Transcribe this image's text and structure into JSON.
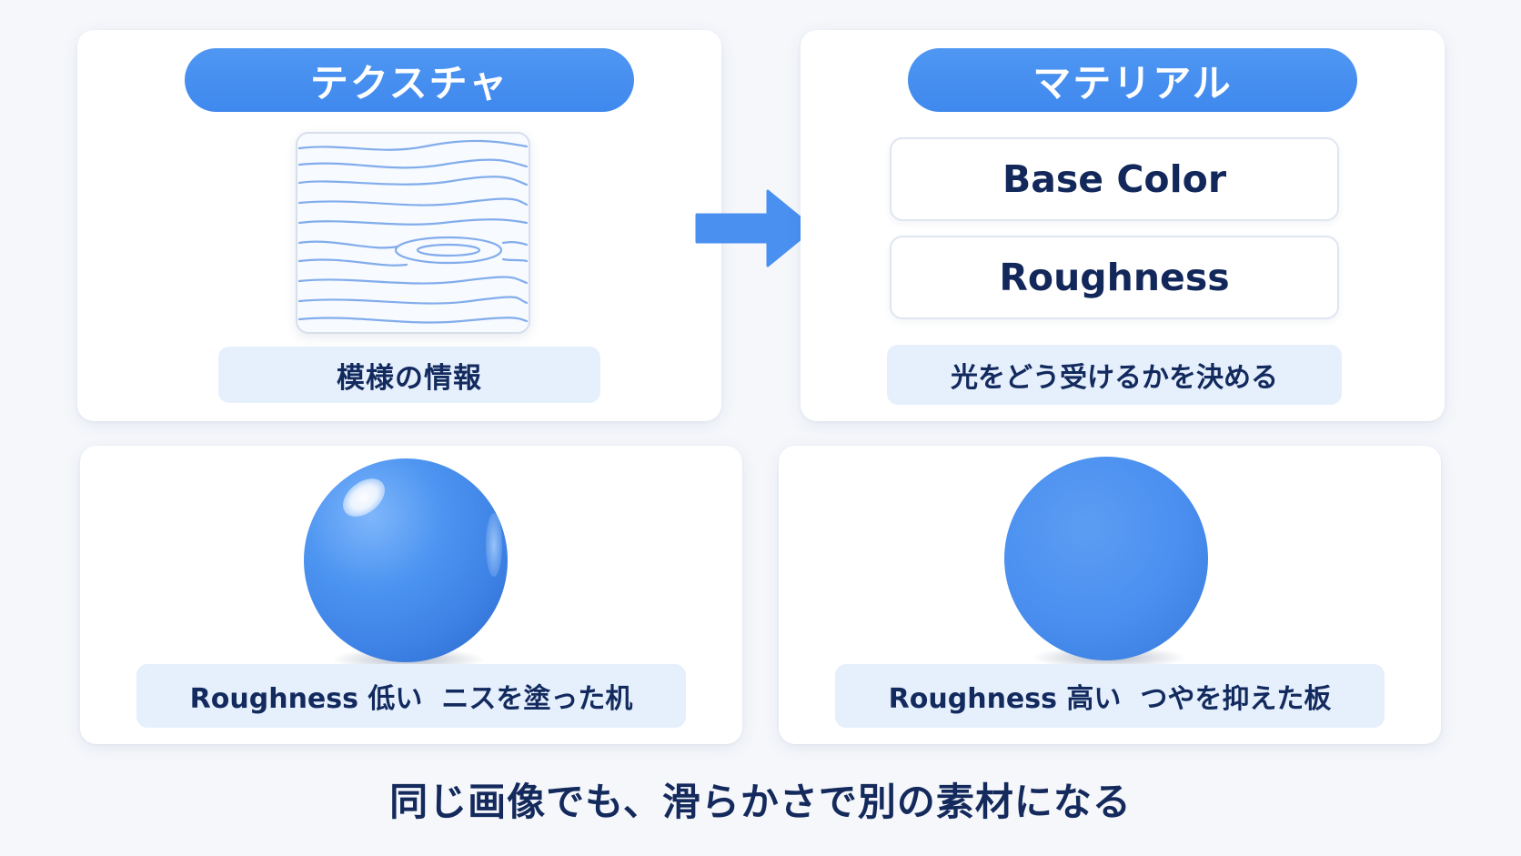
{
  "texture_panel": {
    "title": "テクスチャ",
    "caption": "模様の情報"
  },
  "material_panel": {
    "title": "マテリアル",
    "params": [
      "Base Color",
      "Roughness"
    ],
    "caption": "光をどう受けるかを決める"
  },
  "glossy_example": {
    "caption": "Roughness 低い  ニスを塗った机"
  },
  "matte_example": {
    "caption": "Roughness 高い  つやを抑えた板"
  },
  "footer": {
    "text": "同じ画像でも、滑らかさで別の素材になる"
  },
  "colors": {
    "accent": "#4a90f0",
    "text_dark": "#142a5c",
    "caption_bg": "#e6f0fd"
  }
}
